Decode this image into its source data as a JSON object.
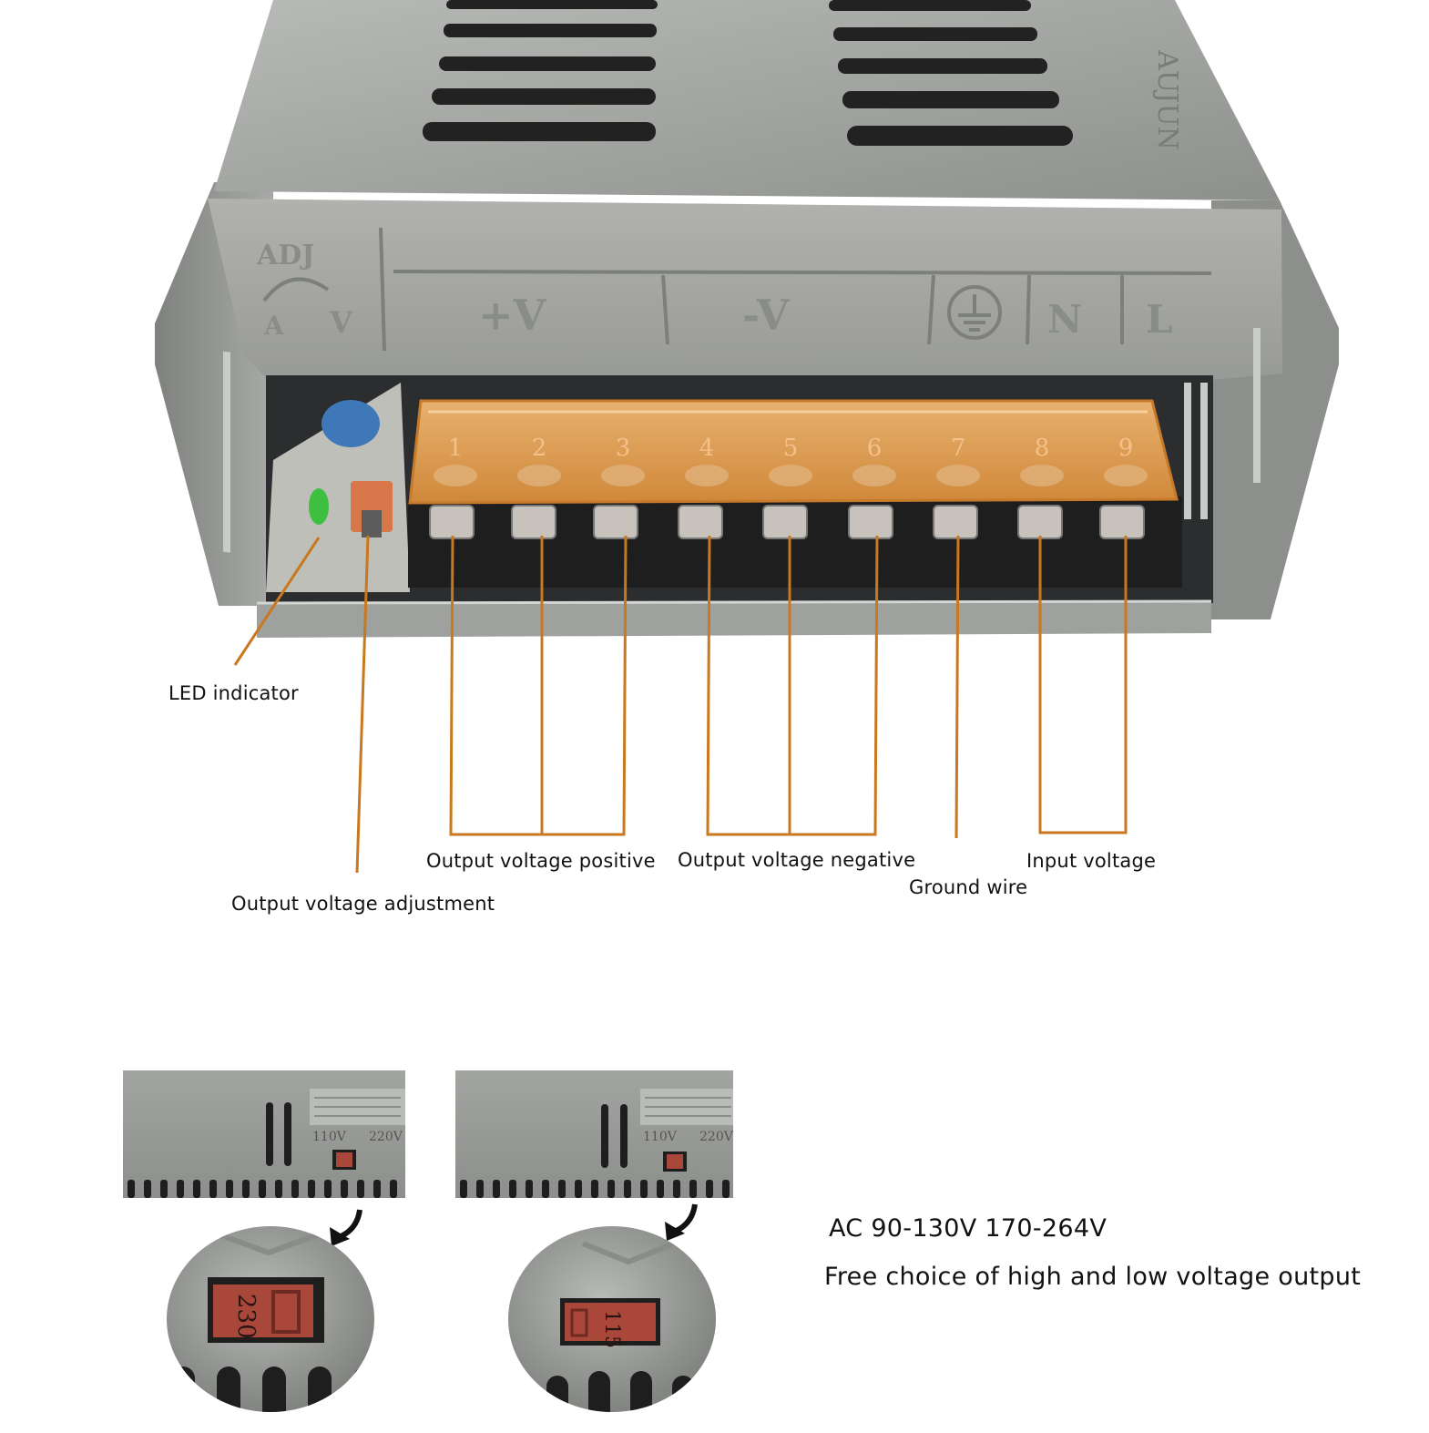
{
  "palette": {
    "metal": "#a7a9a6",
    "metal_dark": "#6e706d",
    "leader": "#c9781f",
    "terminal_cover": "#e9a457",
    "terminal_block": "#1e1e1e",
    "switch": "#a8473a",
    "led": "#3fbf3f",
    "capacitor": "#3f78b8"
  },
  "panel": {
    "label_adj": "ADJ",
    "label_a": "A",
    "label_v": "V",
    "label_pos": "+V",
    "label_neg": "-V",
    "label_n": "N",
    "label_l": "L",
    "brand_engraving": "AUJUN",
    "terminal_numbers": [
      "1",
      "2",
      "3",
      "4",
      "5",
      "6",
      "7",
      "8",
      "9"
    ]
  },
  "callouts": {
    "led": "LED indicator",
    "adjust": "Output voltage adjustment",
    "positive": "Output voltage positive",
    "negative": "Output voltage negative",
    "ground": "Ground wire",
    "input": "Input voltage"
  },
  "switch_views": {
    "left": {
      "value": "230",
      "side_low": "110V",
      "side_high": "220V"
    },
    "right": {
      "value": "115",
      "side_low": "110V",
      "side_high": "220V"
    }
  },
  "specs": {
    "range": "AC 90-130V 170-264V",
    "note": "Free choice of high and low voltage output"
  }
}
